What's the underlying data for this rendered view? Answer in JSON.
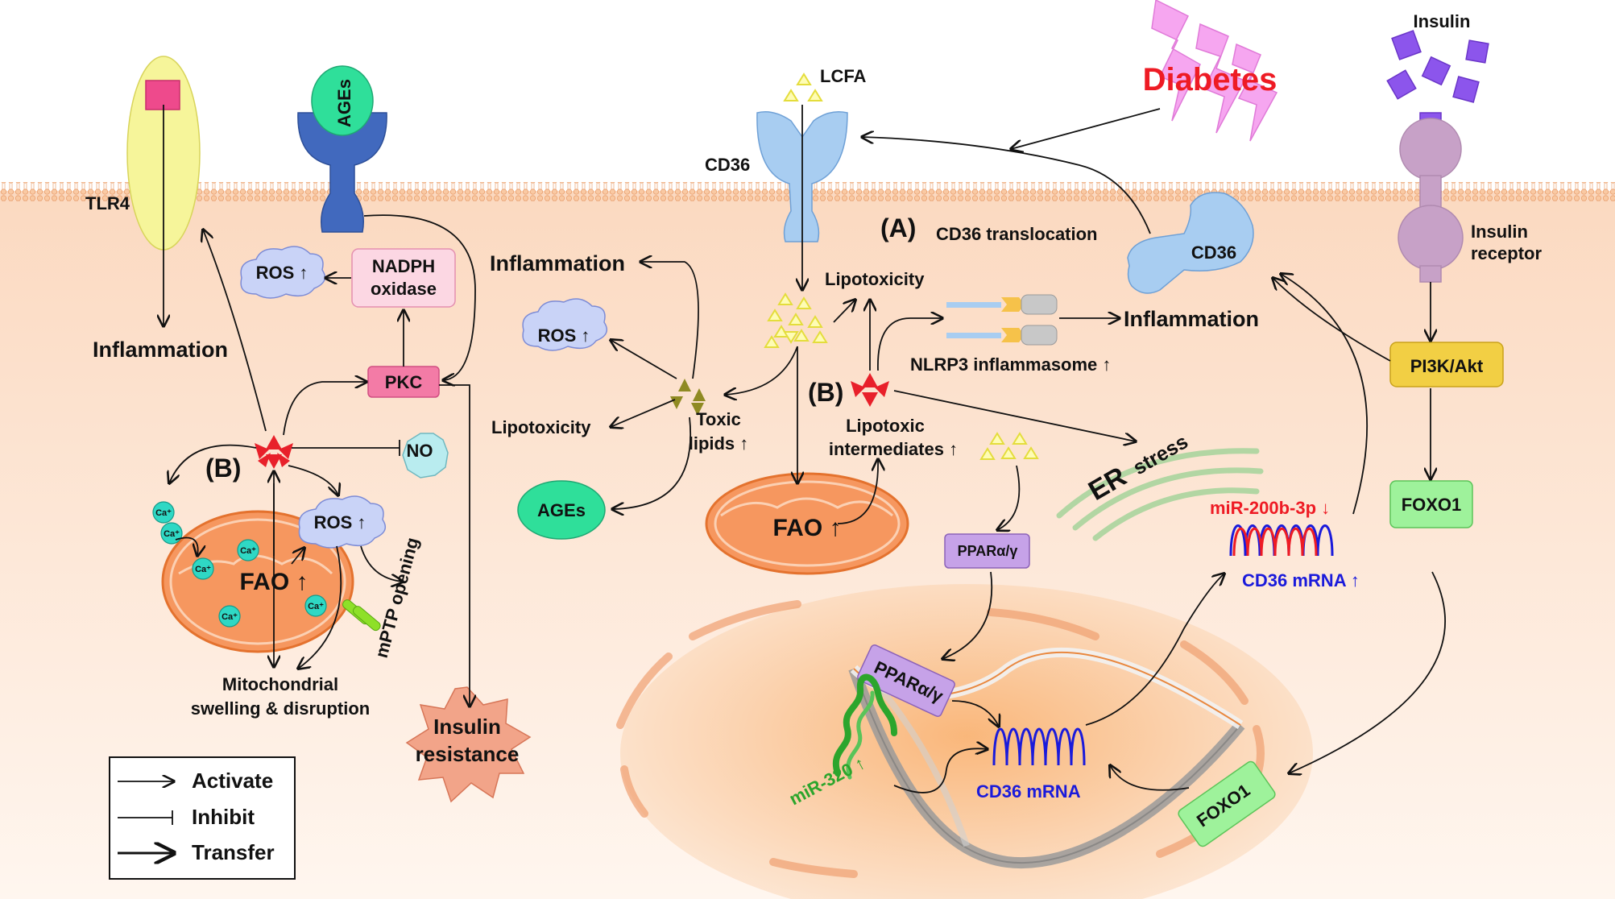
{
  "labels": {
    "diabetes": "Diabetes",
    "insulin": "Insulin",
    "lcfa": "LCFA",
    "cd36_left": "CD36",
    "cd36_right": "CD36",
    "tlr4": "TLR4",
    "ages_receptor": "AGEs",
    "ages_product": "AGEs",
    "insulin_receptor_1": "Insulin",
    "insulin_receptor_2": "receptor",
    "cd36_translocation_tag": "(A)",
    "cd36_translocation": "CD36 translocation",
    "lipotoxicity_top": "Lipotoxicity",
    "inflammation_left": "Inflammation",
    "inflammation_mid": "Inflammation",
    "inflammation_right": "Inflammation",
    "ros_left": "ROS ↑",
    "ros_mid": "ROS ↑",
    "ros_mito": "ROS ↑",
    "nadph_1": "NADPH",
    "nadph_2": "oxidase",
    "pkc": "PKC",
    "no": "NO",
    "b_left": "(B)",
    "b_mid": "(B)",
    "fao_left": "FAO ↑",
    "fao_mid": "FAO ↑",
    "mptp": "mPTP opening",
    "mito_swelling_1": "Mitochondrial",
    "mito_swelling_2": "swelling & disruption",
    "insulin_resistance_1": "Insulin",
    "insulin_resistance_2": "resistance",
    "lipotoxicity_mid": "Lipotoxicity",
    "toxic_lipids_1": "Toxic",
    "toxic_lipids_2": "lipids ↑",
    "lipotoxic_intermediates_1": "Lipotoxic",
    "lipotoxic_intermediates_2": "intermediates ↑",
    "nlrp3": "NLRP3 inflammasome ↑",
    "er_stress_1": "ER",
    "er_stress_2": "stress",
    "ppar_small": "PPARα/γ",
    "ppar_big": "PPARα/γ",
    "pi3k": "PI3K/Akt",
    "foxo1_top": "FOXO1",
    "foxo1_nucleus": "FOXO1",
    "mir200": "miR-200b-3p ↓",
    "cd36_mrna_top": "CD36 mRNA ↑",
    "cd36_mrna_nucleus": "CD36 mRNA",
    "mir320": "miR-320 ↑",
    "ca": "Ca⁺"
  },
  "legend": {
    "activate": "Activate",
    "inhibit": "Inhibit",
    "transfer": "Transfer"
  },
  "colors": {
    "cytoplasm": "#fbe1cc",
    "membrane": "#f3b98f",
    "mitochondria": "#f69761",
    "cd36": "#a8cdf1",
    "ros_cloud": "#c9d3f7",
    "diabetes_text": "#ee1b24",
    "mrna_blue": "#1a1adb",
    "mir_green": "#2ca52c",
    "pi3k": "#f2cf44",
    "foxo1": "#9ef29b",
    "ppar": "#c6a2e8",
    "insulin_purple": "#8c55ec",
    "receptor": "#c7a1c7",
    "pkc": "#f37ba6",
    "ages_green": "#2fdf9a"
  }
}
